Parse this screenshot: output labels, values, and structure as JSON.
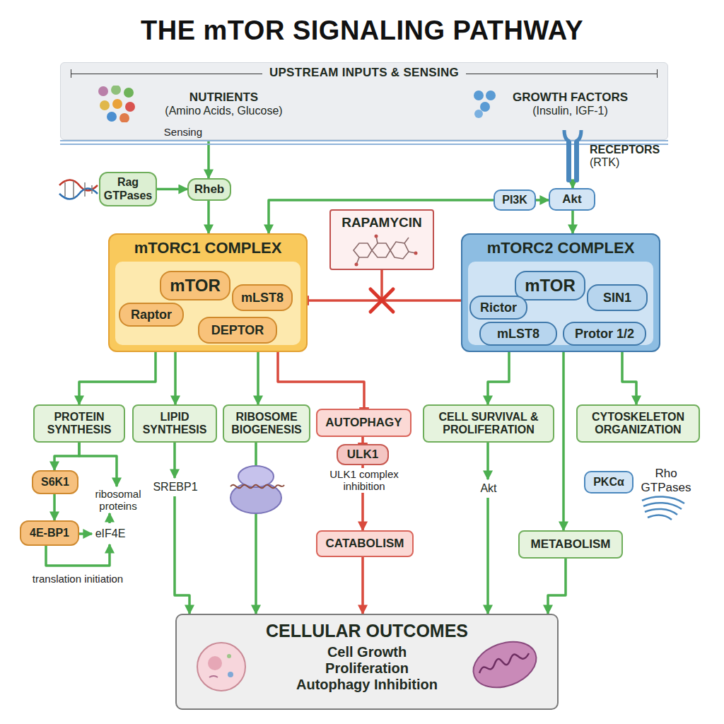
{
  "diagram": {
    "title": "THE mTOR SIGNALING PATHWAY",
    "nodes": [
      {
        "text": [
          "UPSTREAM INPUTS & SENSING"
        ]
      },
      {
        "text": [
          "NUTRIENTS",
          "(Amino Acids, Glucose)"
        ],
        "in": 0
      },
      {
        "text": [
          "GROWTH FACTORS",
          "(Insulin, IGF-1)"
        ],
        "in": 0
      },
      {
        "text": [
          "RECEPTORS",
          "(RTK)"
        ]
      },
      {
        "text": [
          "Rag GTPases"
        ]
      },
      {
        "text": [
          "Rheb"
        ]
      },
      {
        "text": [
          "PI3K"
        ]
      },
      {
        "text": [
          "Akt"
        ]
      },
      {
        "text": [
          "RAPAMYCIN"
        ]
      },
      {
        "text": [
          "mTORC1 COMPLEX"
        ]
      },
      {
        "text": [
          "mTOR"
        ],
        "in": 9
      },
      {
        "text": [
          "mLST8"
        ],
        "in": 9
      },
      {
        "text": [
          "Raptor"
        ],
        "in": 9
      },
      {
        "text": [
          "DEPTOR"
        ],
        "in": 9
      },
      {
        "text": [
          "mTORC2 COMPLEX"
        ]
      },
      {
        "text": [
          "mTOR"
        ],
        "in": 14
      },
      {
        "text": [
          "SIN1"
        ],
        "in": 14
      },
      {
        "text": [
          "Rictor"
        ],
        "in": 14
      },
      {
        "text": [
          "mLST8"
        ],
        "in": 14
      },
      {
        "text": [
          "Protor 1/2"
        ],
        "in": 14
      },
      {
        "text": [
          "PROTEIN SYNTHESIS"
        ]
      },
      {
        "text": [
          "LIPID SYNTHESIS"
        ]
      },
      {
        "text": [
          "RIBOSOME BIOGENESIS"
        ]
      },
      {
        "text": [
          "AUTOPHAGY"
        ]
      },
      {
        "text": [
          "CELL SURVIVAL & PROLIFERATION"
        ]
      },
      {
        "text": [
          "CYTOSKELETON ORGANIZATION"
        ]
      },
      {
        "text": [
          "S6K1"
        ]
      },
      {
        "text": [
          "ribosomal proteins"
        ]
      },
      {
        "text": [
          "4E-BP1"
        ]
      },
      {
        "text": [
          "eIF4E"
        ]
      },
      {
        "text": [
          "SREBP1"
        ]
      },
      {
        "text": [
          "ULK1"
        ]
      },
      {
        "text": [
          "CATABOLISM"
        ]
      },
      {
        "text": [
          "Akt"
        ]
      },
      {
        "text": [
          "PKCα"
        ]
      },
      {
        "text": [
          "METABOLISM"
        ]
      },
      {
        "text": [
          "CELLULAR OUTCOMES",
          "Cell Growth Proliferation Autophagy Inhibition"
        ]
      }
    ],
    "edges": [
      {
        "from": 1,
        "to": 5,
        "label": "Sensing",
        "arrow": "to"
      },
      {
        "from": 4,
        "to": 5,
        "arrow": "to"
      },
      {
        "from": 5,
        "to": 9,
        "arrow": "to"
      },
      {
        "from": 3,
        "to": 7,
        "arrow": "to"
      },
      {
        "from": 6,
        "to": 7,
        "arrow": "to"
      },
      {
        "from": 6,
        "to": 9,
        "arrow": "to"
      },
      {
        "from": 7,
        "to": 14,
        "arrow": "to"
      },
      {
        "from": 14,
        "to": 9,
        "arrow": "to"
      },
      {
        "from": 9,
        "to": 20,
        "arrow": "to"
      },
      {
        "from": 9,
        "to": 21,
        "arrow": "to"
      },
      {
        "from": 9,
        "to": 22,
        "arrow": "to"
      },
      {
        "from": 9,
        "to": 23,
        "arrow": "to"
      },
      {
        "from": 14,
        "to": 24,
        "arrow": "to"
      },
      {
        "from": 14,
        "to": 35,
        "arrow": "to"
      },
      {
        "from": 14,
        "to": 25,
        "arrow": "to"
      },
      {
        "from": 20,
        "to": 26,
        "arrow": "to"
      },
      {
        "from": 20,
        "to": 27,
        "arrow": "to"
      },
      {
        "from": 26,
        "to": 28,
        "arrow": "to"
      },
      {
        "from": 28,
        "to": 29,
        "arrow": "to"
      },
      {
        "from": 28,
        "to": 29,
        "arrow": "to"
      },
      {
        "from": 29,
        "to": 27,
        "arrow": "to"
      },
      {
        "from": 21,
        "to": 30,
        "arrow": "to"
      },
      {
        "from": 30,
        "to": 36,
        "arrow": "to"
      },
      {
        "from": 22,
        "to": 36,
        "arrow": "to"
      },
      {
        "from": 23,
        "to": 31,
        "arrow": "to"
      },
      {
        "from": 31,
        "to": 32,
        "arrow": "to"
      },
      {
        "from": 32,
        "to": 36,
        "arrow": "to"
      },
      {
        "from": 24,
        "to": 33,
        "arrow": "to"
      },
      {
        "from": 33,
        "to": 36,
        "arrow": "to"
      },
      {
        "from": 35,
        "to": 36,
        "arrow": "to"
      }
    ],
    "labels": [
      "ULK1 complex inhibition",
      "translation initiation",
      "Rho GTPases"
    ]
  }
}
